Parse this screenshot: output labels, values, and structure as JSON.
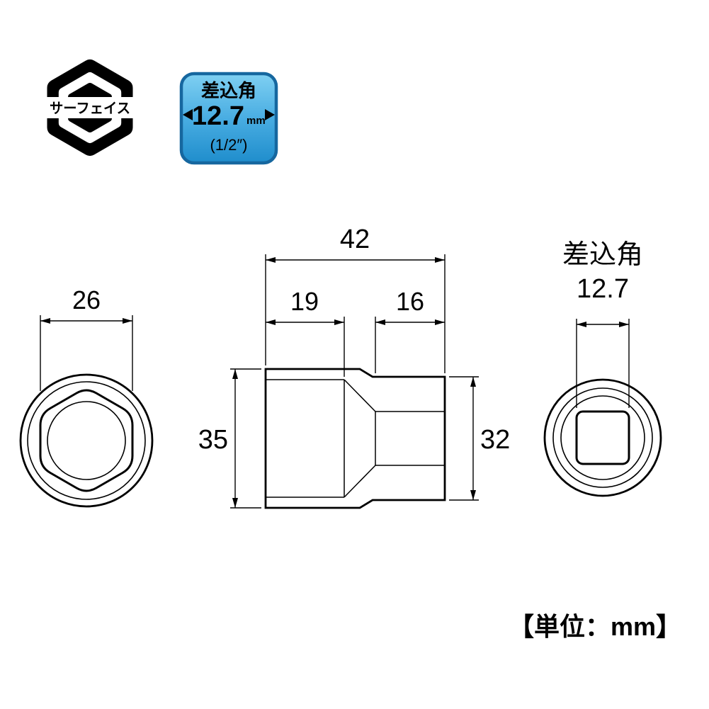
{
  "logo": {
    "label": "サーフェイス"
  },
  "badge": {
    "title": "差込角",
    "value": "12.7",
    "unit": "mm",
    "fraction": "(1/2″)"
  },
  "views": {
    "front": {
      "width": "26"
    },
    "side": {
      "total_length": "42",
      "bore_depth": "19",
      "drive_length": "16",
      "body_od": "35",
      "drive_od": "32"
    },
    "drive": {
      "title": "差込角",
      "size": "12.7"
    }
  },
  "footer": {
    "unit_note": "【単位：mm】"
  },
  "colors": {
    "line": "#000000",
    "badge_fill_top": "#7fd0f2",
    "badge_fill_bottom": "#1f8dcc",
    "badge_border": "#16679f",
    "logo_fill": "#000000"
  }
}
